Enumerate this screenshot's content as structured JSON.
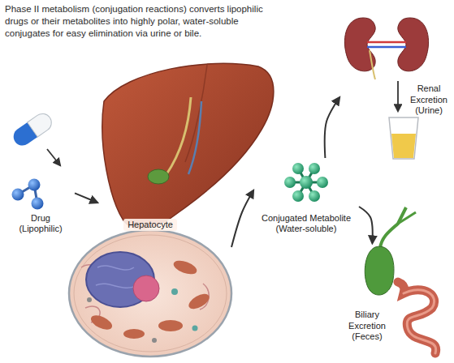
{
  "diagram": {
    "title": "Phase II metabolism (conjugation reactions) converts lipophilic drugs or their metabolites into highly polar, water-soluble conjugates for easy elimination via urine or bile.",
    "nodes": [
      {
        "text": [
          "Drug (Lipophilic)"
        ]
      },
      {
        "text": [
          "Hepatocyte"
        ]
      },
      {
        "text": [
          "Conjugated Metabolite (Water-soluble)"
        ]
      },
      {
        "text": [
          "Renal Excretion (Urine)"
        ]
      },
      {
        "text": [
          "Biliary Excretion (Feces)"
        ]
      }
    ],
    "edges": [
      {
        "from": 0,
        "to": 1,
        "arrow": "to"
      },
      {
        "from": 1,
        "to": 2,
        "arrow": "to"
      },
      {
        "from": 2,
        "to": 3,
        "arrow": "to"
      },
      {
        "from": 2,
        "to": 4,
        "arrow": "to"
      }
    ]
  }
}
